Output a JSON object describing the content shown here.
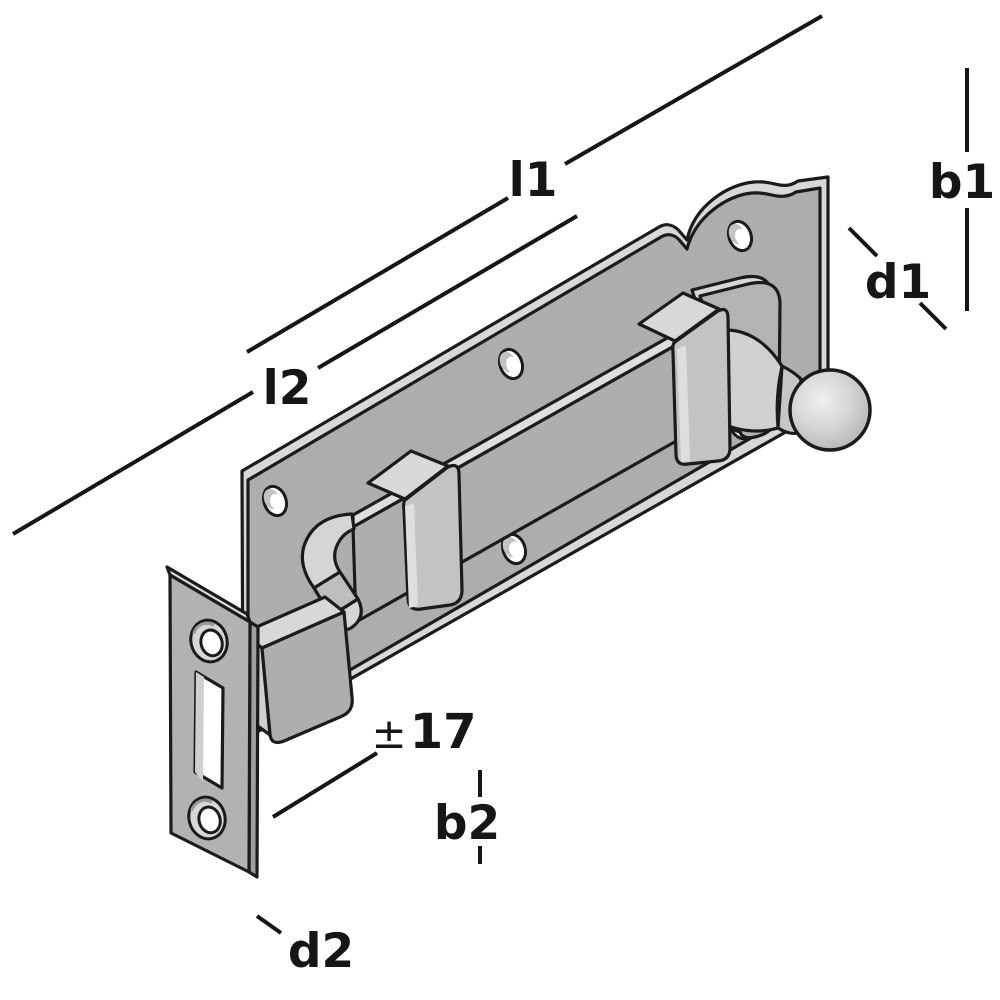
{
  "drawing": {
    "title": "Slide bolt (tower bolt) dimensional technical drawing",
    "background": "#ffffff",
    "colors": {
      "outline": "#1b1b1b",
      "dimension_line": "#161616",
      "metal_mid": "#adadad",
      "metal_light": "#d8d8d8",
      "metal_band": "#c3c3c3",
      "metal_dark_side": "#9e9e9e",
      "knob_light": "#d0d0d0"
    },
    "dimension_labels": {
      "l1": "l1",
      "l2": "l2",
      "b1": "b1",
      "d1": "d1",
      "b2": "b2",
      "d2": "d2",
      "plus_minus": "±",
      "offset_value": "17"
    }
  }
}
